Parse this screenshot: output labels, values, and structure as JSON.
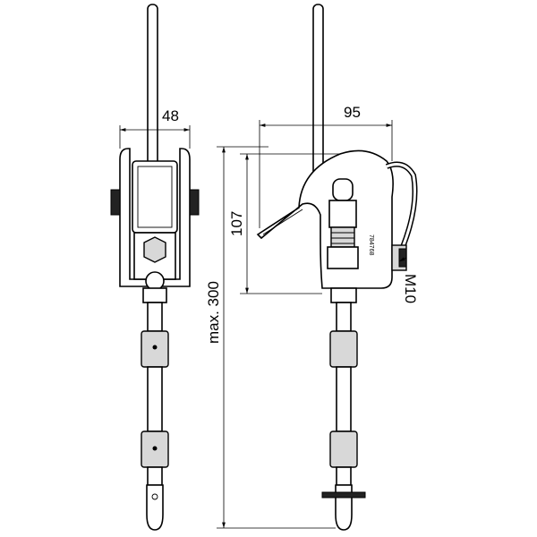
{
  "dimensions": {
    "front_width": "48",
    "side_width": "95",
    "head_height": "107",
    "total_height": "max. 300",
    "thread": "M10"
  },
  "part_marking": "784768",
  "colors": {
    "line": "#000000",
    "background": "#ffffff",
    "shade": "#d8d8d8"
  }
}
